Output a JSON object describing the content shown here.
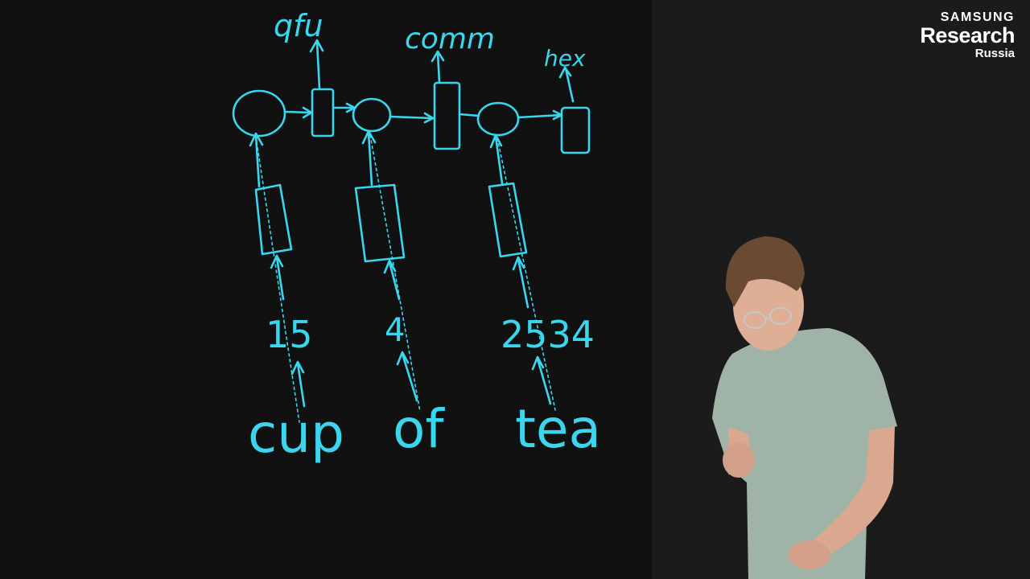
{
  "logo": {
    "brand": "SAMSUNG",
    "lab": "Research",
    "region": "Russia"
  },
  "board": {
    "ink_color": "#3ad6ee",
    "background": "#111111",
    "output_words": [
      "qfu",
      "comm",
      "hex"
    ],
    "input_ids": [
      "15",
      "4",
      "2534"
    ],
    "input_words": [
      "cup",
      "of",
      "tea"
    ]
  },
  "presenter": {
    "shirt_color": "#9fb3a6",
    "hair_color": "#6a4a32"
  }
}
